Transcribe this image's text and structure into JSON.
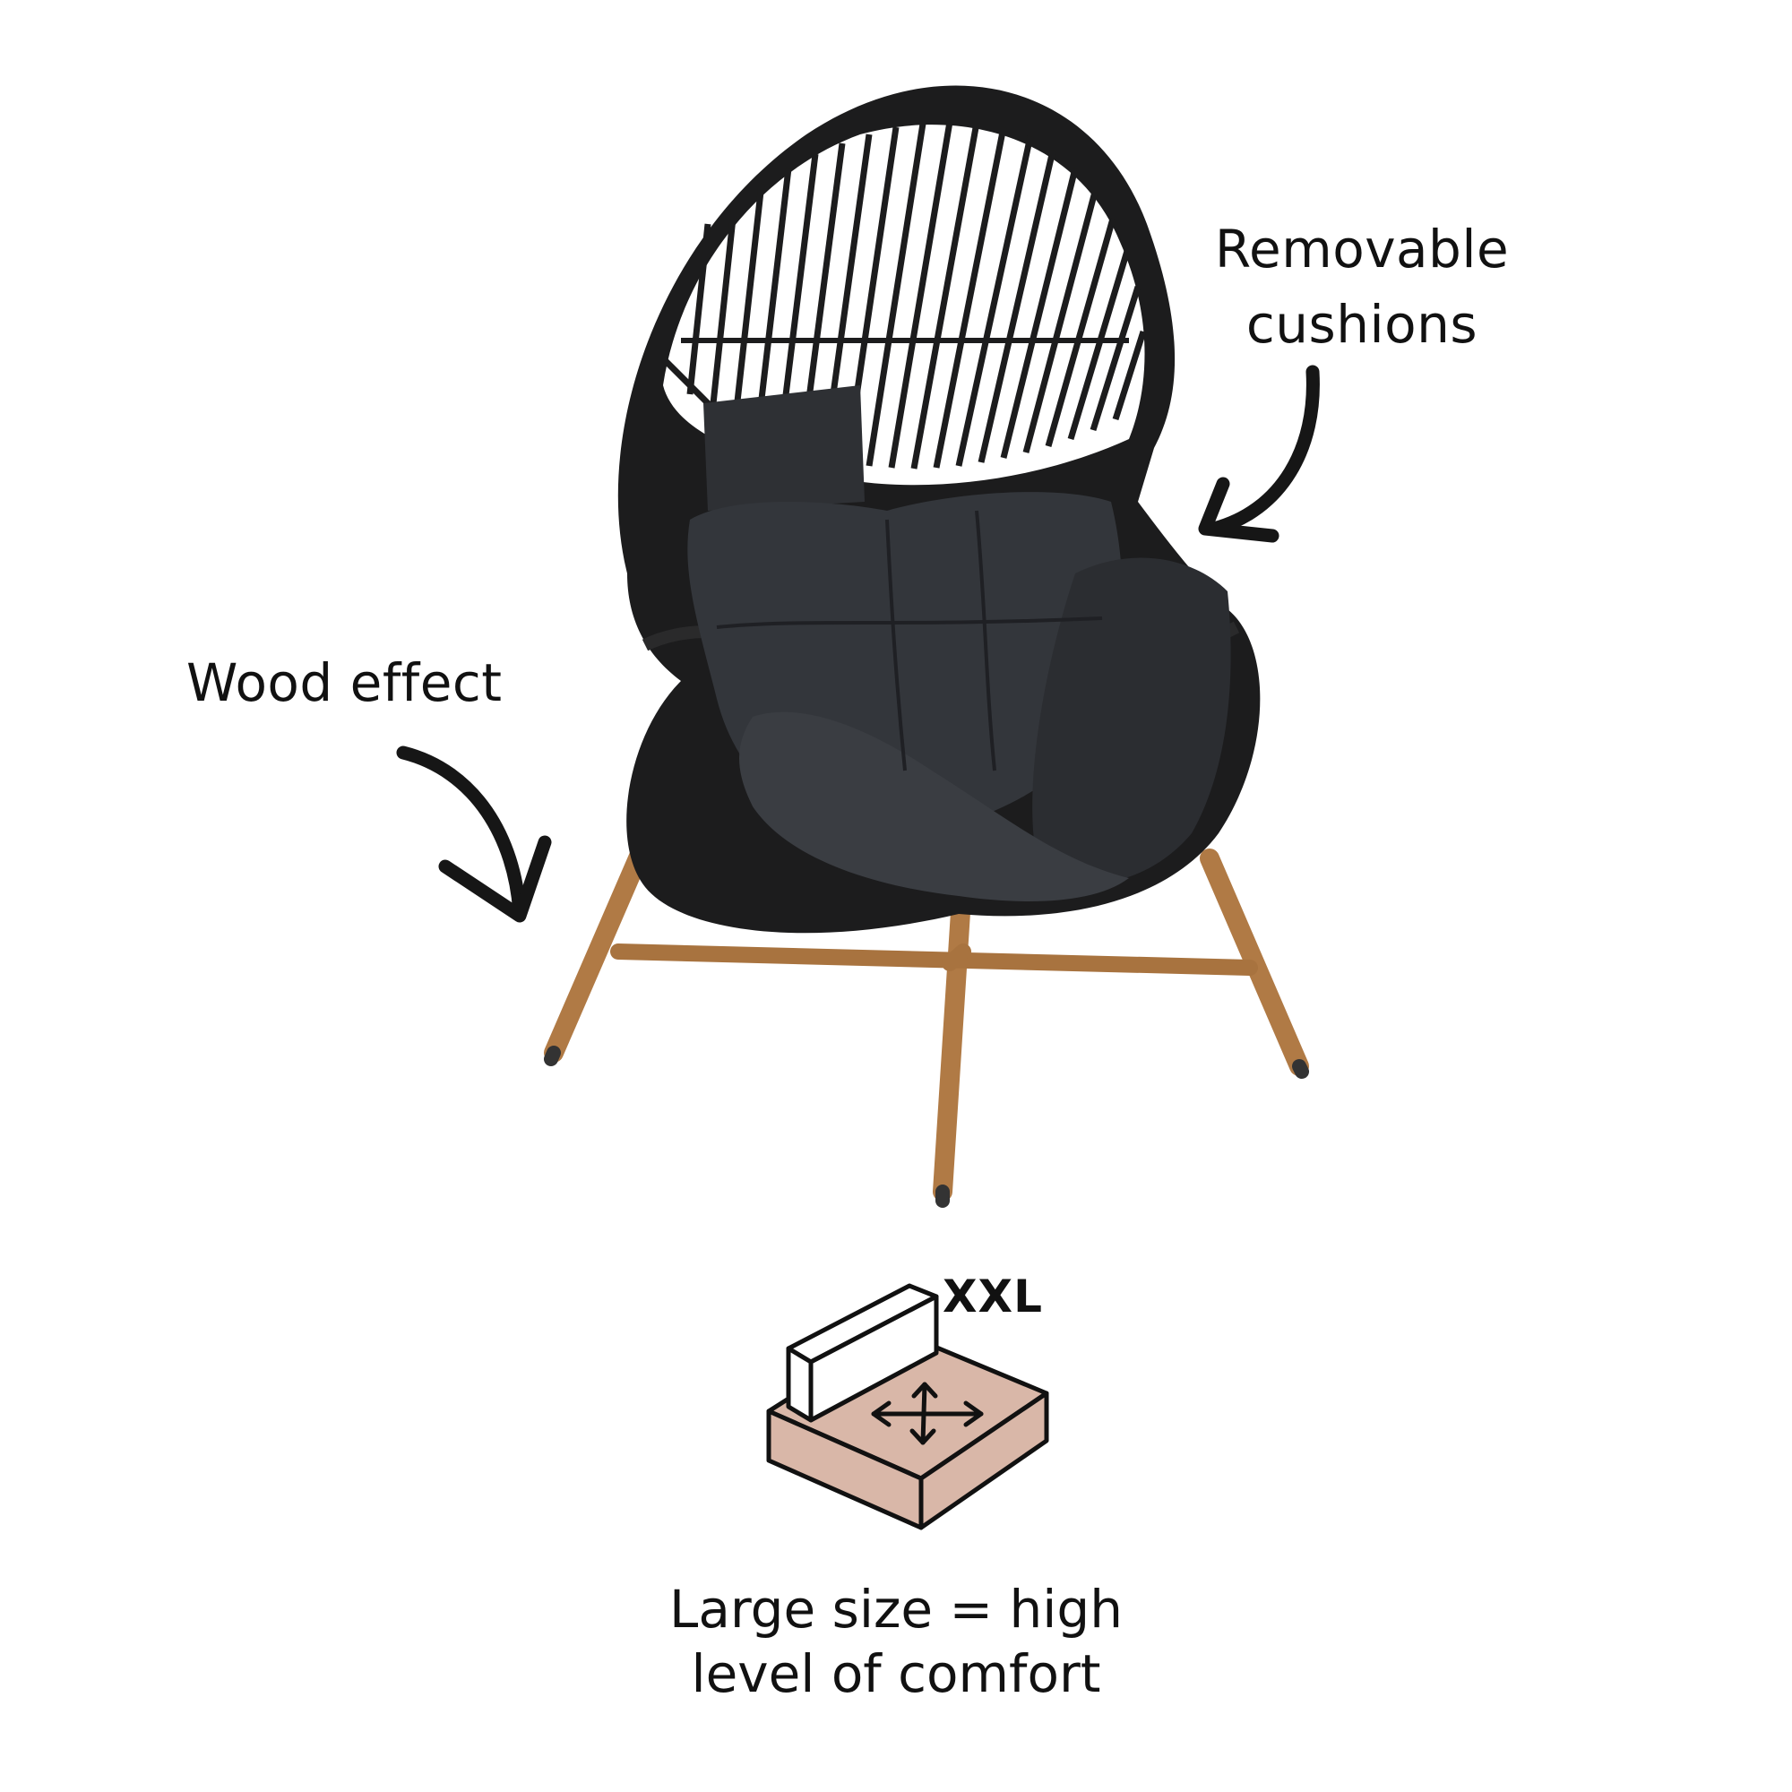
{
  "annotations": {
    "removable_cushions": [
      "Removable",
      "cushions"
    ],
    "wood_effect": "Wood effect"
  },
  "size_icon": {
    "badge": "XXL",
    "name": "cushion-size-icon"
  },
  "caption": [
    "Large size = high",
    "level of comfort"
  ],
  "colors": {
    "rattan": "#1c1c1d",
    "cushion": "#2e3034",
    "legs": "#b07a45",
    "icon_fill": "#d9b7a8",
    "text": "#111111"
  }
}
